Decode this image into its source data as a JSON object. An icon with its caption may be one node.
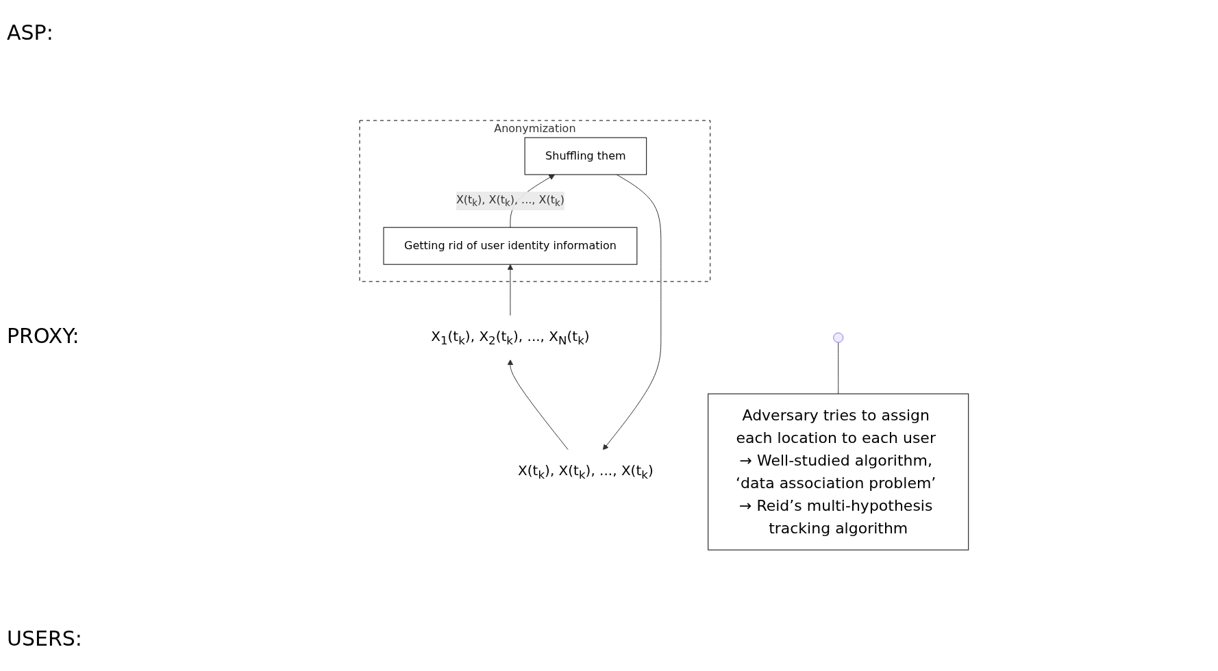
{
  "diagram": {
    "nodes": [
      {
        "text": [
          "X(t$_{k}$), X(t$_{k}$), ..., X(t$_{k}$)"
        ]
      },
      {
        "text": [
          "Anonymization"
        ]
      },
      {
        "text": [
          "Shuffling them"
        ],
        "in": 1
      },
      {
        "text": [
          "Getting rid of user identity information"
        ],
        "in": 1
      },
      {
        "text": [
          "X$_{1}$(t$_{k}$), X$_{2}$(t$_{k}$), ..., X$_{N}$(t$_{k}$)"
        ]
      },
      {
        "text": [
          "Adversary tries to assign each location to each user → Well-studied algorithm, ‘data association problem’ → Reid’s multi-hypothesis tracking algorithm"
        ]
      }
    ],
    "edges": [
      {
        "from": 4,
        "to": 3,
        "arrow": "to"
      },
      {
        "from": 3,
        "to": 2,
        "arrow": "to",
        "label": "X(t$_{k}$), X(t$_{k}$), ..., X(t$_{k}$)"
      },
      {
        "from": 2,
        "to": 0,
        "arrow": "to"
      },
      {
        "from": 0,
        "to": 4,
        "arrow": "to"
      },
      {
        "from": 5,
        "to": null,
        "arrow": "none"
      }
    ],
    "labels": [
      "ASP:",
      "PROXY:",
      "USERS:"
    ]
  }
}
